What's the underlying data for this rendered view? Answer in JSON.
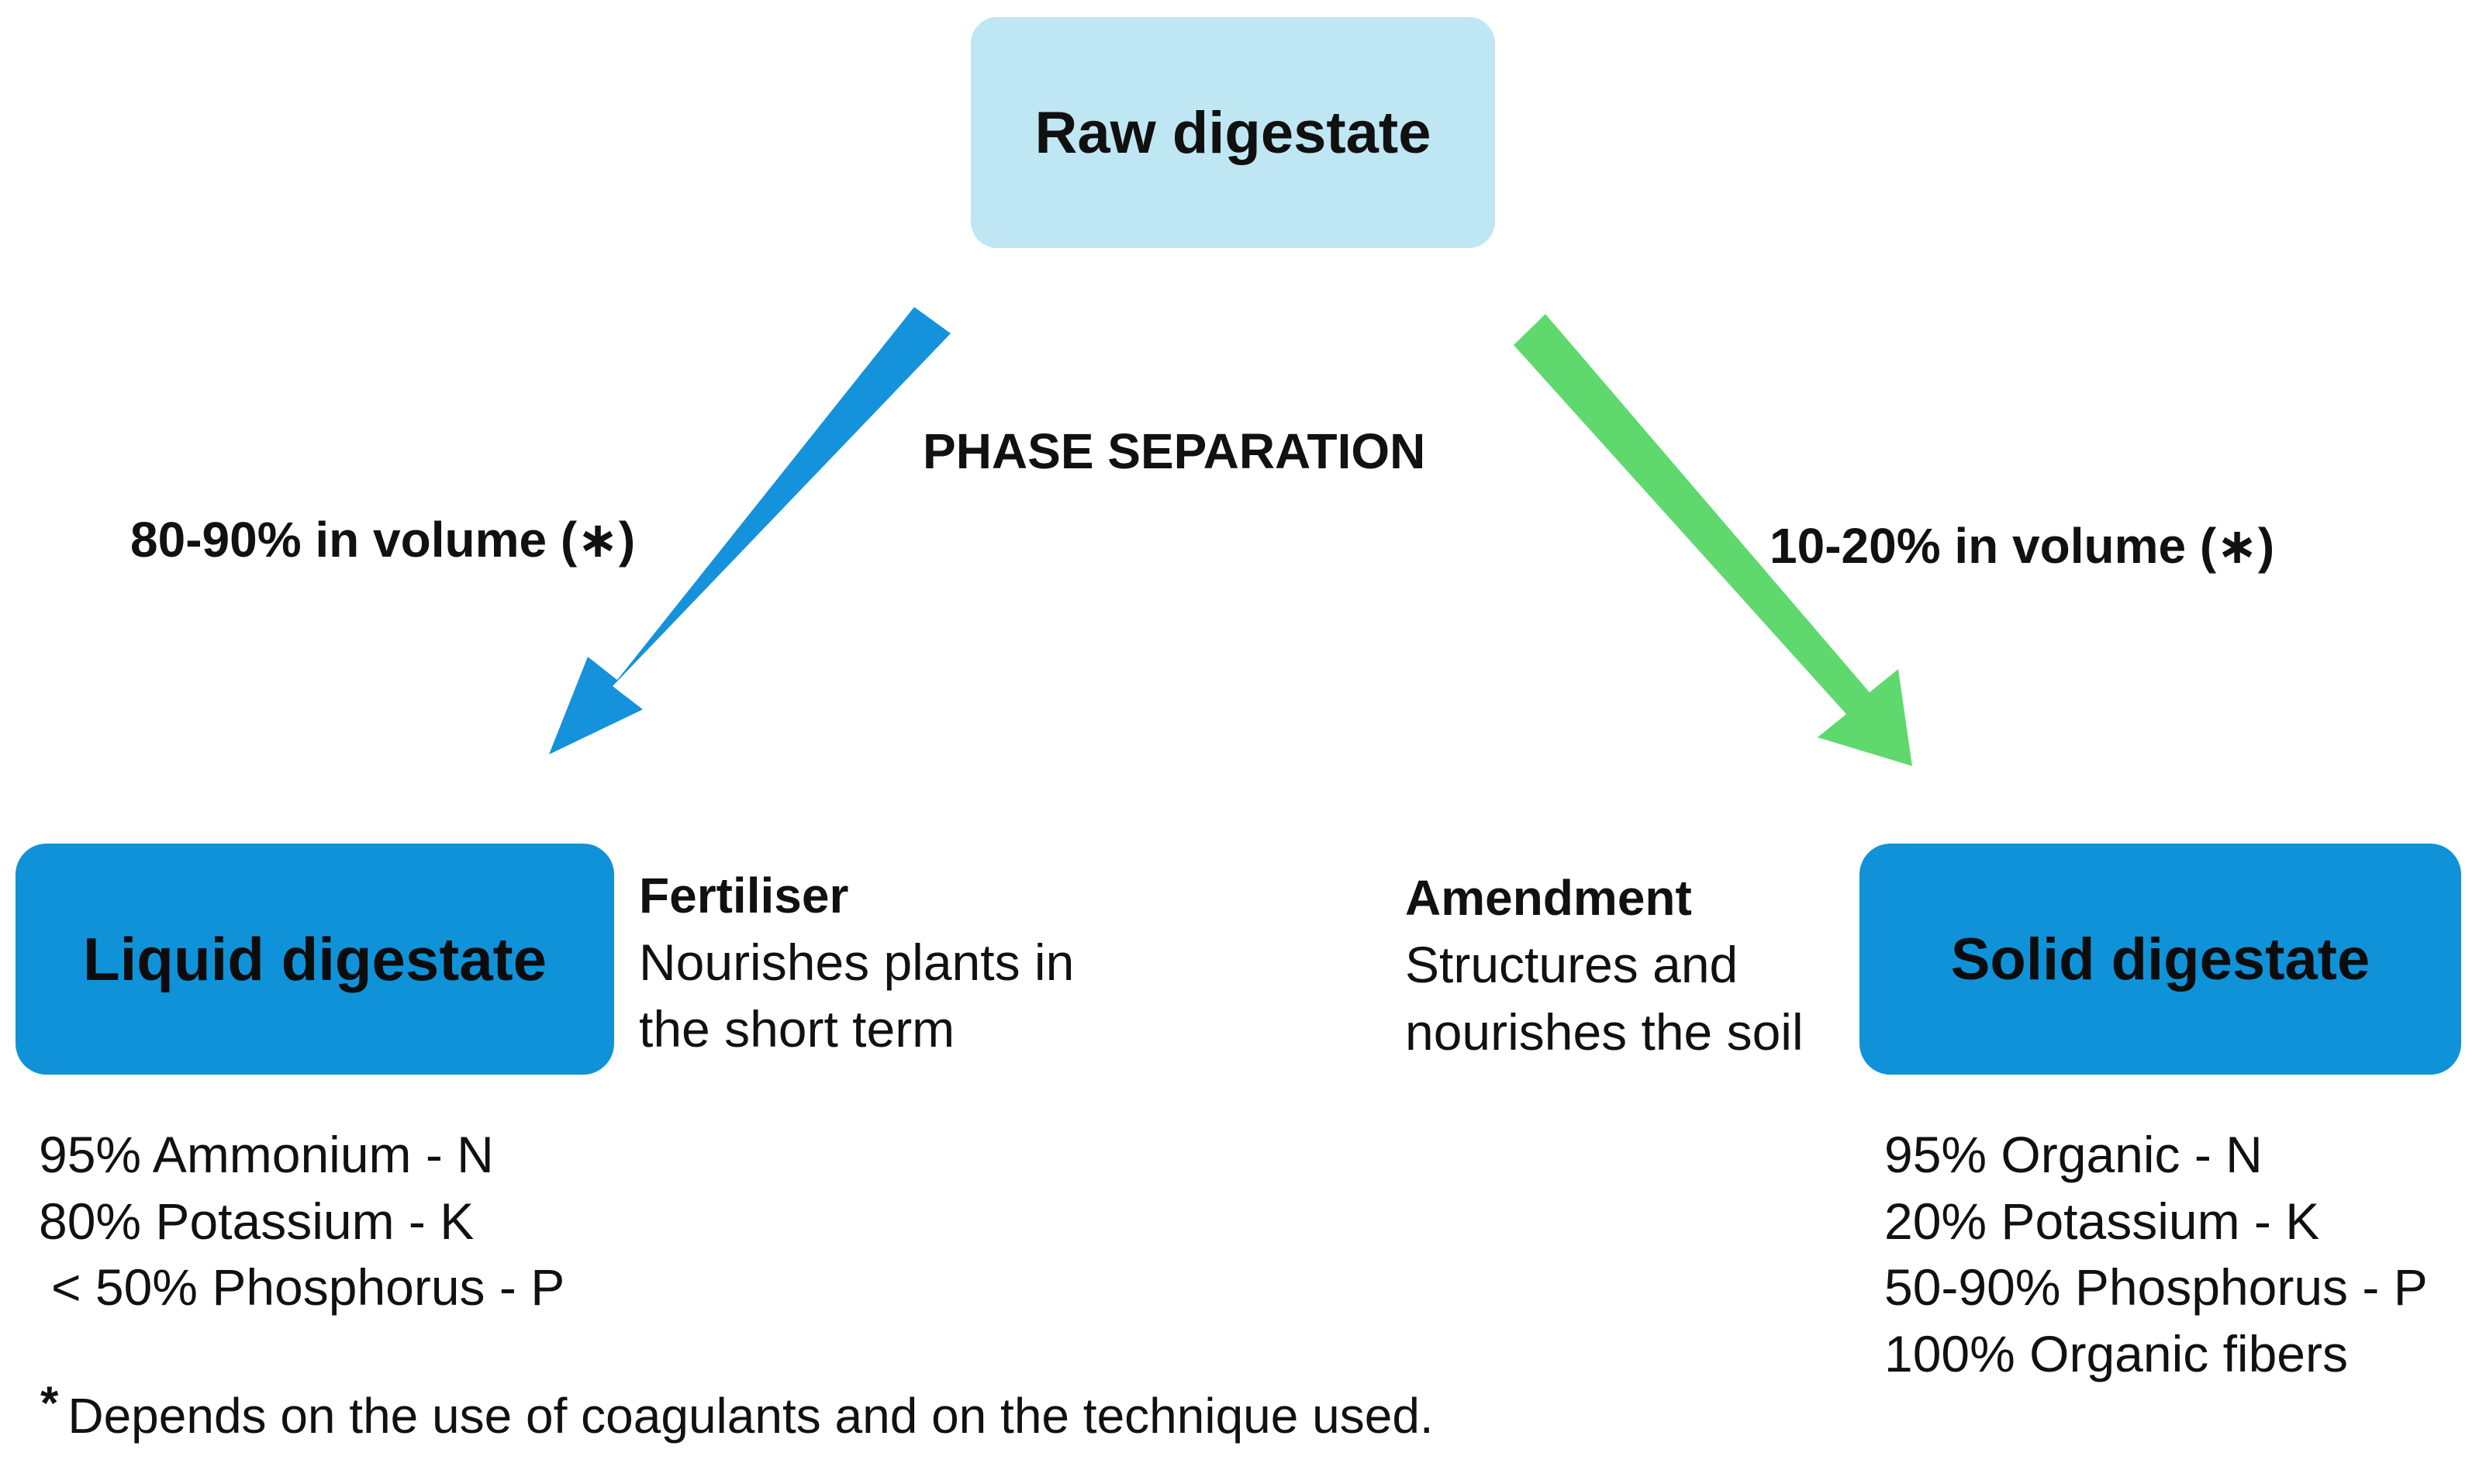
{
  "raw": {
    "label": "Raw digestate"
  },
  "process": {
    "label": "PHASE SEPARATION"
  },
  "liquid": {
    "label": "Liquid digestate",
    "volume": "80-90% in volume (∗)",
    "use_title": "Fertiliser",
    "use_desc": [
      "Nourishes plants in",
      "the short term"
    ],
    "composition": [
      "95% Ammonium - N",
      "80% Potassium - K",
      "< 50% Phosphorus - P"
    ]
  },
  "solid": {
    "label": "Solid digestate",
    "volume": "10-20% in volume (∗)",
    "use_title": "Amendment",
    "use_desc": [
      "Structures and",
      "nourishes the soil"
    ],
    "composition": [
      "95% Organic - N",
      "20% Potassium - K",
      "50-90% Phosphorus - P",
      "100% Organic fibers"
    ]
  },
  "footnote": {
    "marker": "*",
    "text": "Depends on the use of coagulants and on the technique used."
  },
  "colors": {
    "raw_box": "#bfe6f3",
    "product_box": "#1092d8",
    "liquid_arrow": "#1592dc",
    "solid_arrow": "#5fd96d"
  }
}
